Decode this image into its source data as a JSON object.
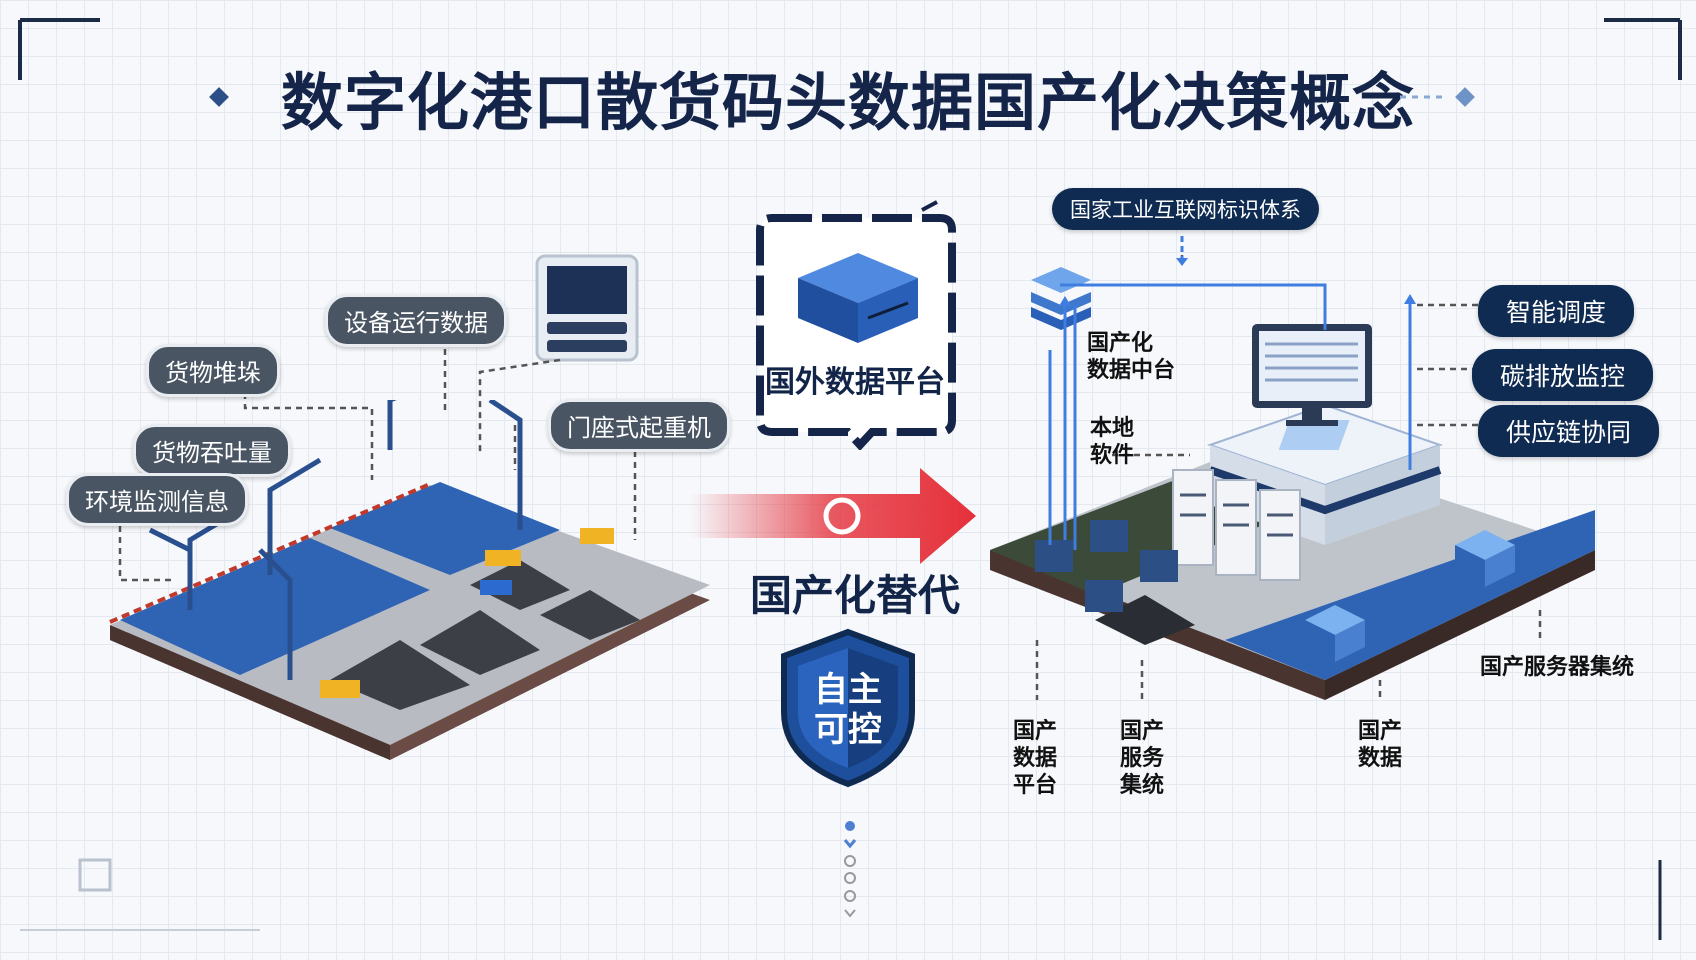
{
  "title": "数字化港口散货码头数据国产化决策概念",
  "left": {
    "tags": {
      "equipment_data": "设备运行数据",
      "cargo_stack": "货物堆垛",
      "cargo_throughput": "货物吞吐量",
      "env_monitor": "环境监测信息",
      "gantry_crane": "门座式起重机"
    }
  },
  "center": {
    "foreign_platform": "国外数据平台",
    "replacement": "国产化替代",
    "shield_text": "自主\n可控"
  },
  "right": {
    "identity_system": "国家工业互联网标识体系",
    "smart_dispatch": "智能调度",
    "carbon_monitor": "碳排放监控",
    "supply_chain": "供应链协同",
    "data_middle": "国产化\n数据中台",
    "local_software": "本地\n软件",
    "server_cluster": "国产服务器集统",
    "bottom_platform": "国产\n数据\n平台",
    "bottom_service": "国产\n服务\n集统",
    "bottom_data": "国产\n数据"
  },
  "colors": {
    "navy": "#0f2b52",
    "gray_pill": "#4a5563",
    "arrow_red": "#e5303a",
    "water_blue": "#2f64b5",
    "shield_blue": "#1e4f9c"
  }
}
